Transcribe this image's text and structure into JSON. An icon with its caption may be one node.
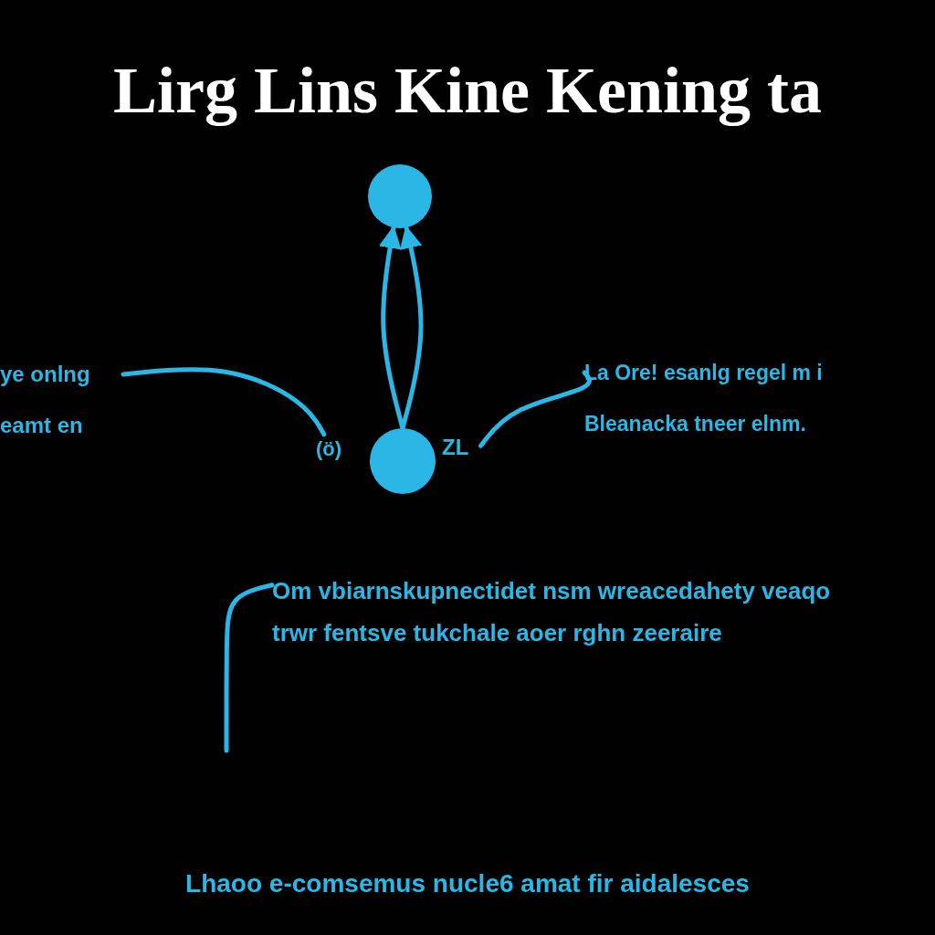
{
  "diagram": {
    "title": "Lirg Lins Kine Kening ta",
    "nodes": [
      {
        "text": [],
        "shape": "circle"
      },
      {
        "text": [],
        "shape": "circle"
      },
      {
        "text": [
          "ye onlng eamt en"
        ]
      },
      {
        "text": [
          "(ö)"
        ]
      },
      {
        "text": [
          "La Ore! esanlg regel m i Bleanacka tneer elnm."
        ]
      },
      {
        "text": [
          "ZL"
        ]
      },
      {
        "text": [
          "Om vbiarnskupnectidet nsm wreacedahety veaqo trwr fentsve tukchale aoer rghn zeeraire"
        ]
      }
    ],
    "edges": [
      {
        "from": 1,
        "to": 0,
        "arrow": "to"
      },
      {
        "from": 1,
        "to": 0,
        "arrow": "to"
      },
      {
        "from": 2,
        "to": 3,
        "arrow": "none"
      },
      {
        "from": 4,
        "to": 5,
        "arrow": "none"
      },
      {
        "from": 6,
        "to": null,
        "arrow": "none"
      }
    ],
    "caption": "Lhaoo e-comsemus nucle6 amat fir aidalesces"
  }
}
